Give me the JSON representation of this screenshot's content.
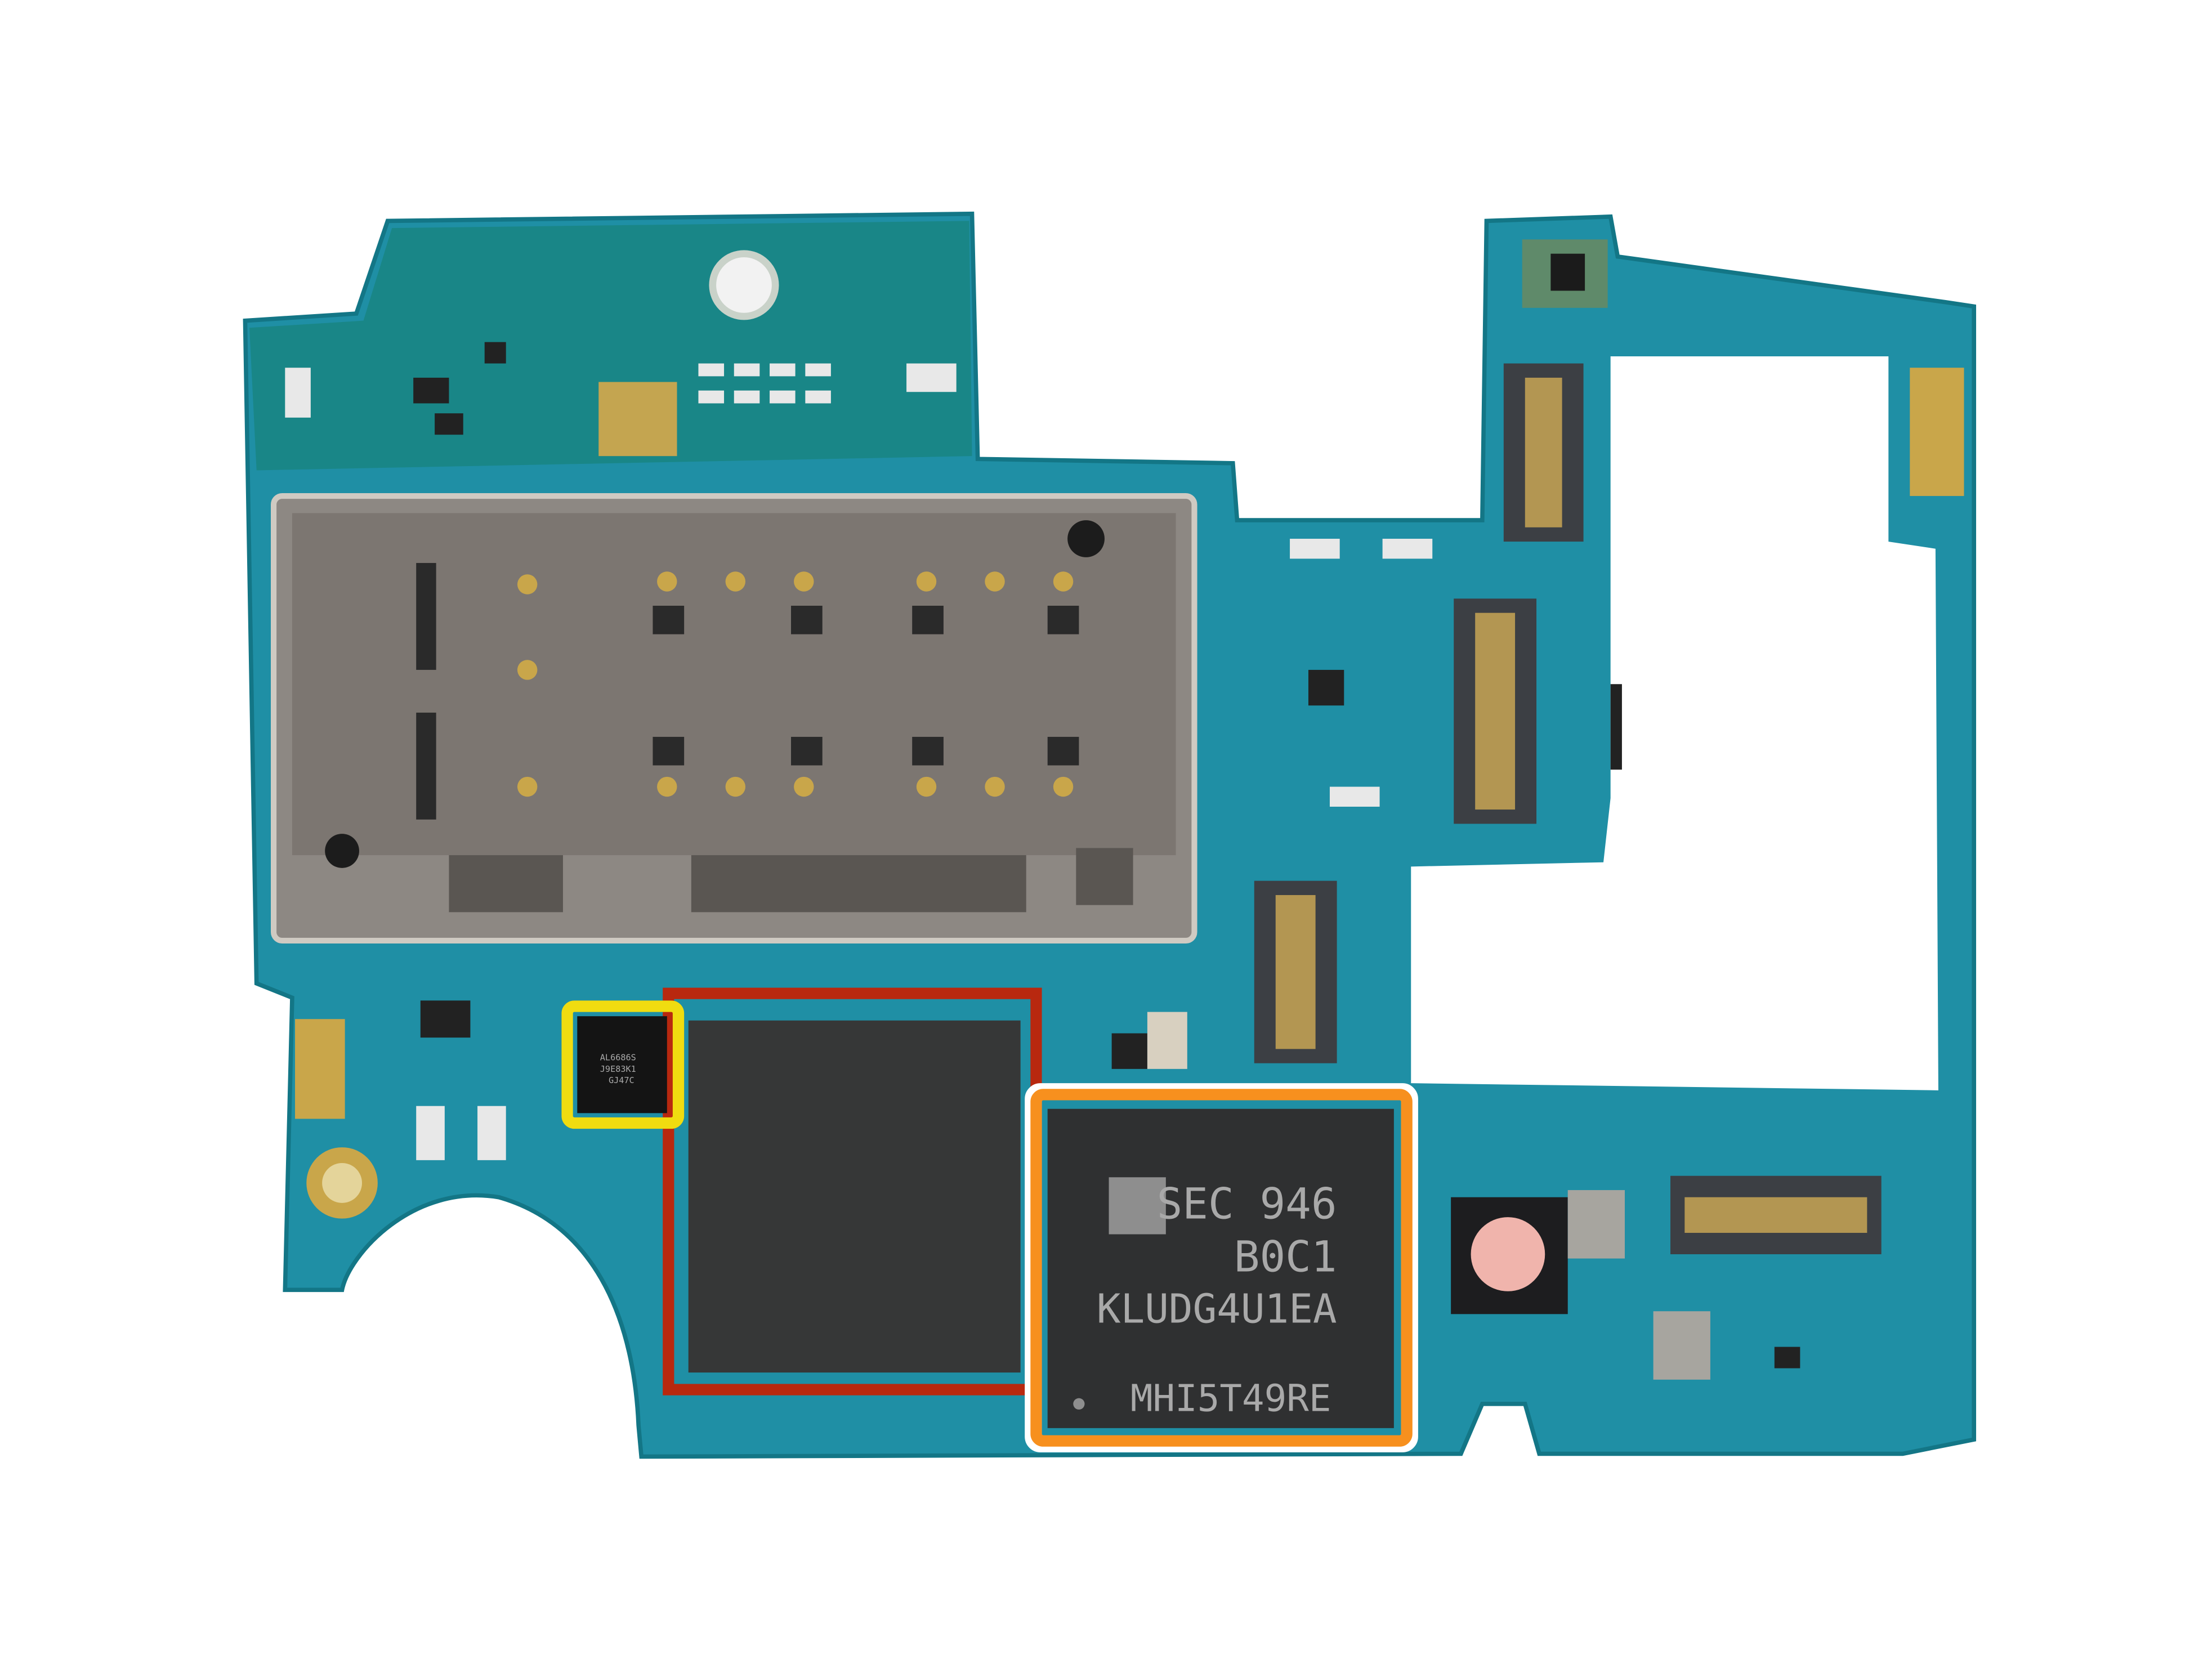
{
  "photo": {
    "subject": "pcb",
    "colors": {
      "background": "#ffffff",
      "board": "#1f8fa5",
      "board_dark": "#12707f",
      "sim_tray": "#8d8883",
      "chip": "#2f3031",
      "gold": "#c9a64a",
      "highlight_red": "#b8280f",
      "highlight_orange": "#f7901e",
      "highlight_yellow": "#f0dc10"
    },
    "storage_chip": {
      "lines": [
        "SEC 946",
        "B0C1",
        "KLUDG4U1EA",
        "MHI5T49RE"
      ]
    },
    "small_chip": {
      "lines": [
        "AL6686S",
        "J9E83K1",
        "GJ47C"
      ]
    }
  }
}
